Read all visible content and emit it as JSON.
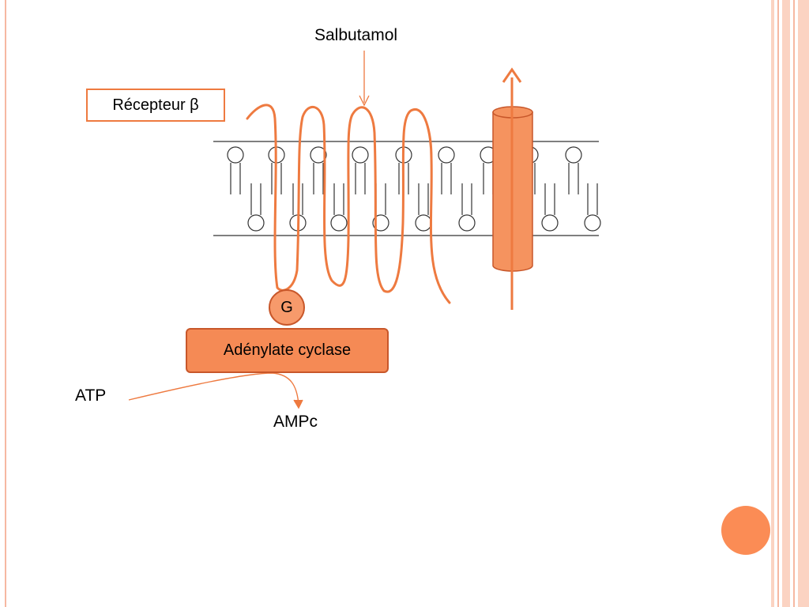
{
  "labels": {
    "drug": "Salbutamol",
    "receptor": "Récepteur β",
    "g_protein": "G",
    "enzyme": "Adénylate cyclase",
    "substrate": "ATP",
    "product": "AMPc"
  },
  "colors": {
    "accent": "#ee7a40",
    "channel_fill": "#f5935f",
    "enzyme_fill": "#f58a55",
    "g_fill": "#f79a6b",
    "border_stripe": "#f6b8a2"
  }
}
